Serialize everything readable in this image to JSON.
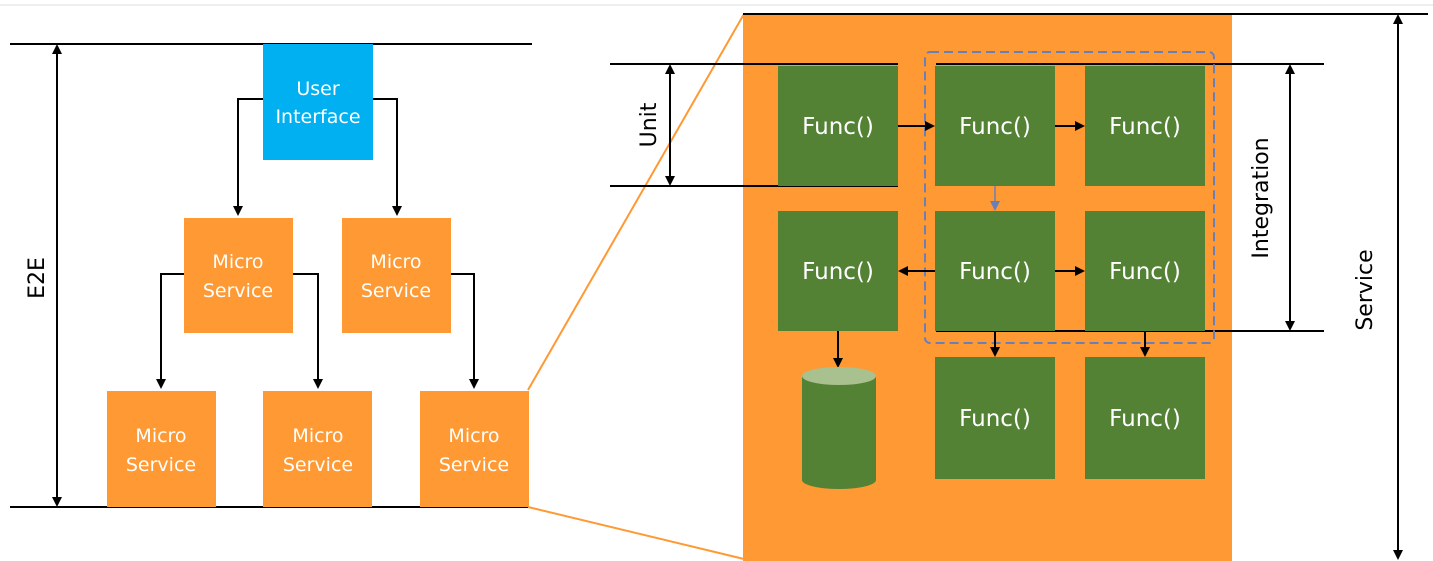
{
  "colors": {
    "ui_blue": "#00B0F0",
    "orange": "#FF9933",
    "green": "#548235",
    "green_light": "#A9C08F",
    "dashed": "#6A7FB8",
    "line": "#000000",
    "text_light": "#ffffff"
  },
  "left": {
    "user_interface": {
      "line1": "User",
      "line2": "Interface"
    },
    "micro_services": [
      {
        "line1": "Micro",
        "line2": "Service"
      },
      {
        "line1": "Micro",
        "line2": "Service"
      },
      {
        "line1": "Micro",
        "line2": "Service"
      },
      {
        "line1": "Micro",
        "line2": "Service"
      },
      {
        "line1": "Micro",
        "line2": "Service"
      }
    ],
    "e2e_label": "E2E"
  },
  "right": {
    "func_label": "Func()",
    "unit_label": "Unit",
    "integration_label": "Integration",
    "service_label": "Service"
  }
}
